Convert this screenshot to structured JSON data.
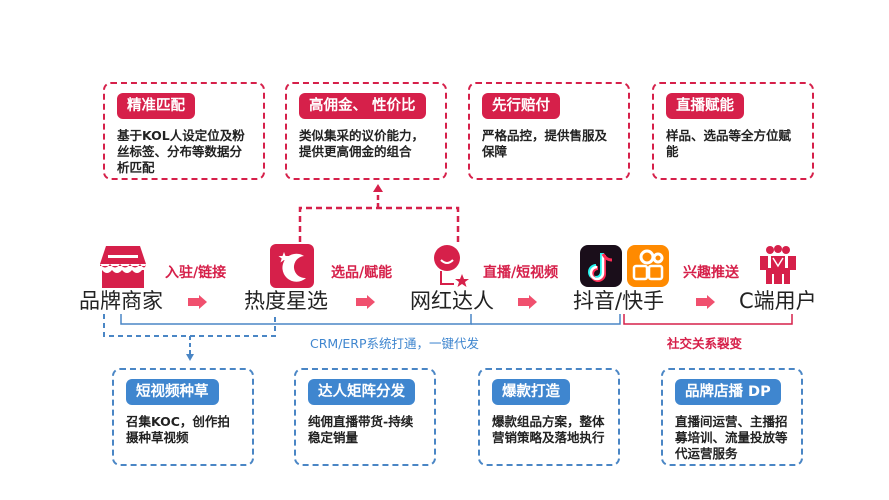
{
  "colors": {
    "red": "#d6204a",
    "blue": "#3f86cf",
    "flow_arrow": "#f0506e",
    "text": "#222222"
  },
  "top_cards": [
    {
      "title": "精准匹配",
      "desc": "基于KOL人设定位及粉丝标签、分布等数据分析匹配"
    },
    {
      "title": "高佣金、 性价比",
      "desc": "类似集采的议价能力，提供更高佣金的组合"
    },
    {
      "title": "先行赔付",
      "desc": "严格品控，提供售服及保障"
    },
    {
      "title": "直播赋能",
      "desc": "样品、选品等全方位赋能"
    }
  ],
  "flow": {
    "nodes": [
      {
        "label": "品牌商家",
        "icon": "storefront-icon"
      },
      {
        "label": "热度星选",
        "icon": "moon-star-logo-icon"
      },
      {
        "label": "网红达人",
        "icon": "influencer-icon"
      },
      {
        "label": "抖音/快手",
        "icon": "douyin-kuaishou-icon"
      },
      {
        "label": "C端用户",
        "icon": "users-group-icon"
      }
    ],
    "edges": [
      {
        "label": "入驻/链接"
      },
      {
        "label": "选品/赋能"
      },
      {
        "label": "直播/短视频"
      },
      {
        "label": "兴趣推送"
      }
    ]
  },
  "brackets": {
    "crm": "CRM/ERP系统打通，一键代发",
    "social": "社交关系裂变"
  },
  "bottom_cards": [
    {
      "title": "短视频种草",
      "desc": "召集KOC，创作拍摄种草视频"
    },
    {
      "title": "达人矩阵分发",
      "desc": "纯佣直播带货-持续稳定销量"
    },
    {
      "title": "爆款打造",
      "desc": "爆款组品方案，整体营销策略及落地执行"
    },
    {
      "title": "品牌店播 DP",
      "desc": "直播间运营、主播招募培训、流量投放等代运营服务"
    }
  ]
}
